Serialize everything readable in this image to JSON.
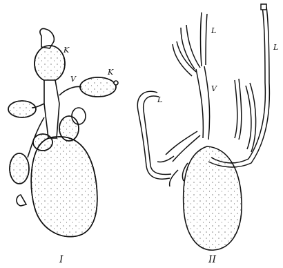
{
  "figures": [
    {
      "numeral": "I",
      "labels": {
        "k_top": "K",
        "k_right": "K",
        "v": "V"
      }
    },
    {
      "numeral": "II",
      "labels": {
        "l_top": "L",
        "l_right": "L",
        "l_left": "L",
        "v": "V"
      }
    }
  ]
}
